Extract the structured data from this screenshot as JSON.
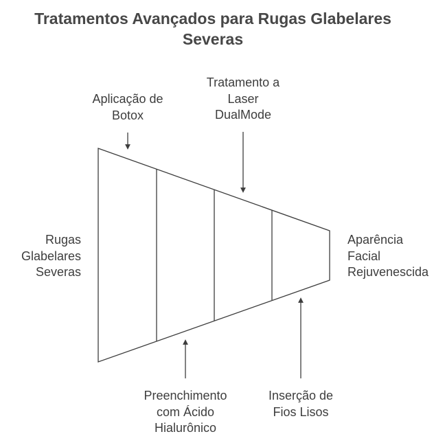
{
  "title": {
    "line1": "Tratamentos Avançados para Rugas Glabelares",
    "line2": "Severas"
  },
  "stages": {
    "botox": {
      "line1": "Aplicação de",
      "line2": "Botox"
    },
    "laser": {
      "line1": "Tratamento a",
      "line2": "Laser",
      "line3": "DualMode"
    },
    "filler": {
      "line1": "Preenchimento",
      "line2": "com Ácido",
      "line3": "Hialurônico"
    },
    "threads": {
      "line1": "Inserção de",
      "line2": "Fios Lisos"
    }
  },
  "start": {
    "line1": "Rugas",
    "line2": "Glabelares",
    "line3": "Severas"
  },
  "end": {
    "line1": "Aparência",
    "line2": "Facial",
    "line3": "Rejuvenescida"
  }
}
